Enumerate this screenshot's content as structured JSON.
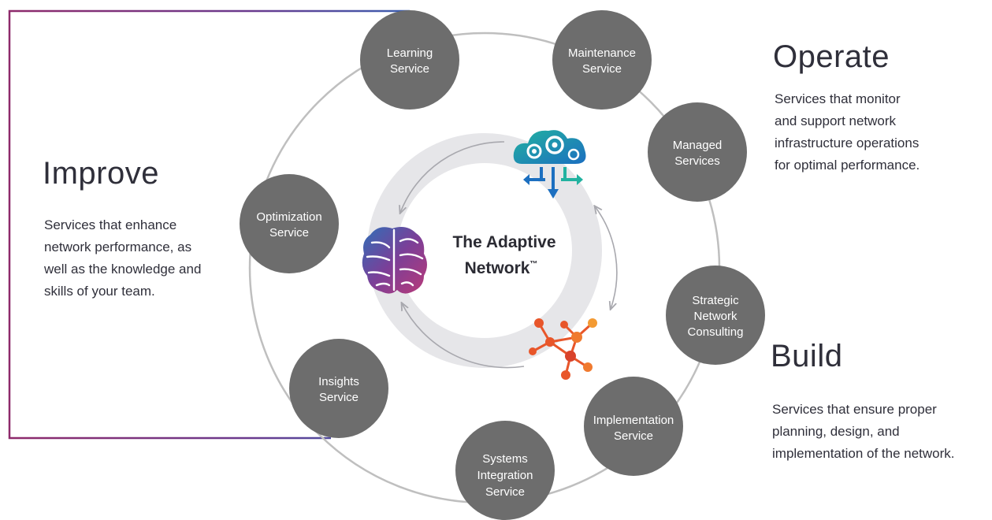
{
  "center": {
    "line1": "The Adaptive",
    "line2": "Network",
    "tm": "™"
  },
  "sections": {
    "operate": {
      "heading": "Operate",
      "lines": [
        "Services that monitor",
        "and support network",
        "infrastructure operations",
        "for optimal performance."
      ]
    },
    "improve": {
      "heading": "Improve",
      "lines": [
        "Services that enhance",
        "network performance, as",
        "well as the knowledge and",
        "skills of your team."
      ]
    },
    "build": {
      "heading": "Build",
      "lines": [
        "Services that ensure proper",
        "planning, design, and",
        "implementation of the network."
      ]
    }
  },
  "services": [
    {
      "lines": [
        "Learning",
        "Service"
      ]
    },
    {
      "lines": [
        "Maintenance",
        "Service"
      ]
    },
    {
      "lines": [
        "Managed",
        "Services"
      ]
    },
    {
      "lines": [
        "Optimization",
        "Service"
      ]
    },
    {
      "lines": [
        "Strategic",
        "Network",
        "Consulting"
      ]
    },
    {
      "lines": [
        "Insights",
        "Service"
      ]
    },
    {
      "lines": [
        "Implementation",
        "Service"
      ]
    },
    {
      "lines": [
        "Systems",
        "Integration",
        "Service"
      ]
    }
  ],
  "icons": [
    "cloud-gears-icon",
    "brain-icon",
    "network-nodes-icon"
  ],
  "colors": {
    "service_circle": "#6d6d6d",
    "outer_ring": "#bfbfbf",
    "inner_ring": "#e6e6e9",
    "operate_accent": "#1ba39c",
    "improve_accent": "#8a2a6e",
    "build_accent": "#c8234a",
    "cloud_accent": "#1d8fbf",
    "brain_accent": "#9b3b8f",
    "network_accent": "#e8562a"
  }
}
